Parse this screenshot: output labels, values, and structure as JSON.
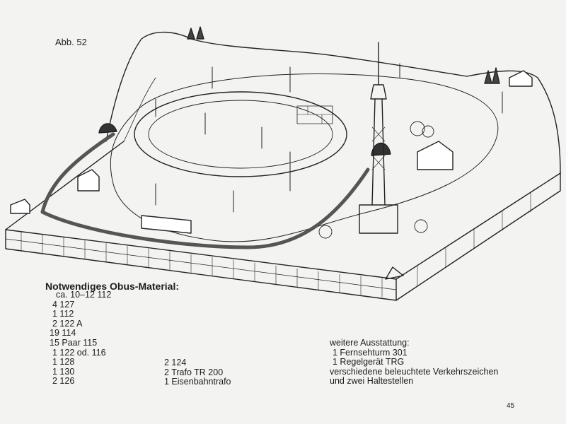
{
  "figure_label": "Abb. 52",
  "material": {
    "title": "Notwendiges Obus-Material:",
    "column1": [
      "ca. 10–12 112",
      "4 127",
      "1 112",
      "2 122 A",
      "19 114",
      "15 Paar 115",
      "1 122 od. 116",
      "1 128",
      "1 130",
      "2 126"
    ],
    "column2": [
      "2 124",
      "2 Trafo TR 200",
      "1 Eisenbahntrafo"
    ]
  },
  "additional": {
    "title": "weitere Ausstattung:",
    "items": [
      "1 Fernsehturm 301",
      "1 Regelgerät TRG",
      "verschiedene beleuchtete Verkehrszeichen",
      "und zwei Haltestellen"
    ]
  },
  "page_number": "45"
}
